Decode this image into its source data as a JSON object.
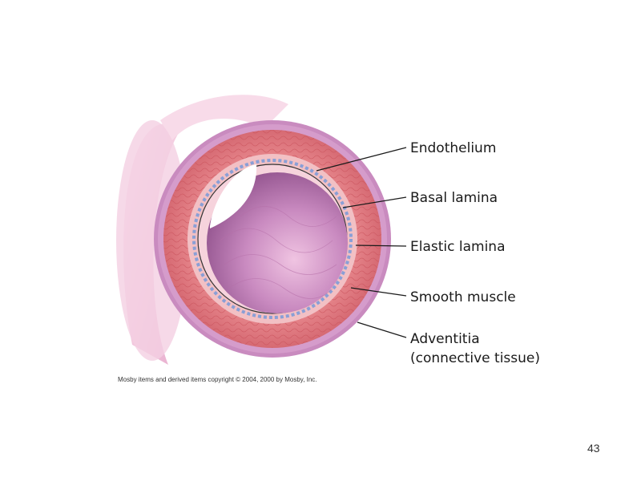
{
  "diagram": {
    "labels": {
      "endothelium": "Endothelium",
      "basal_lamina": "Basal lamina",
      "elastic_lamina": "Elastic lamina",
      "smooth_muscle": "Smooth muscle",
      "adventitia_line1": "Adventitia",
      "adventitia_line2": "(connective tissue)"
    },
    "colors": {
      "adventitia": "#c98bbf",
      "smooth_muscle": "#e0787e",
      "elastic_lamina": "#f2c0c4",
      "basal_lamina": "#8a9fd6",
      "lumen": "#c07ab5",
      "tube_outer": "#f6d6e8"
    }
  },
  "footer": {
    "copyright": "Mosby items and derived items copyright © 2004, 2000 by Mosby, Inc.",
    "page_number": "43"
  }
}
